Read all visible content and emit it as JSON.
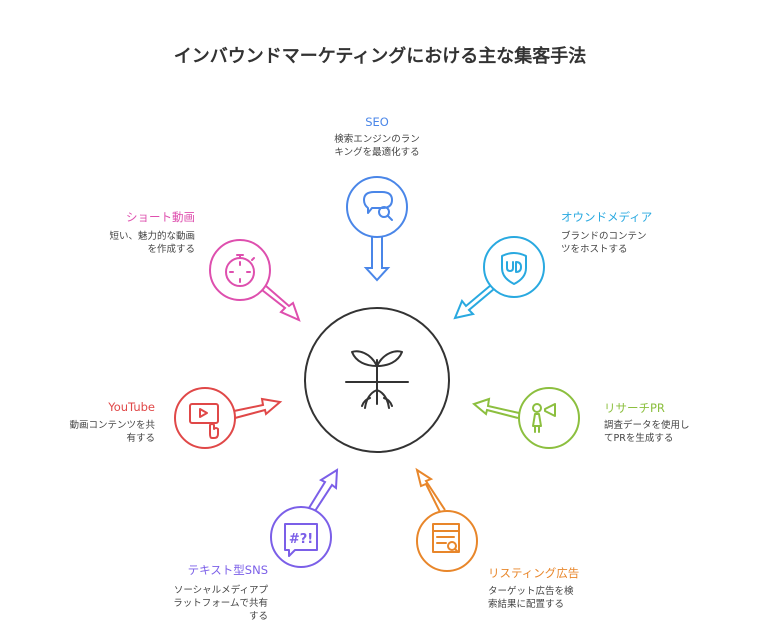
{
  "title": "インバウンドマーケティングにおける主な集客手法",
  "center": {
    "icon": "sprout-icon"
  },
  "items": [
    {
      "key": "seo",
      "label": "SEO",
      "desc": [
        "検索エンジンのラン",
        "キングを最適化する"
      ],
      "color": "#4a86e8",
      "icon": "chat-search-icon"
    },
    {
      "key": "owned",
      "label": "オウンドメディア",
      "desc": [
        "ブランドのコンテン",
        "ツをホストする"
      ],
      "color": "#29a9e0",
      "icon": "shield-logo-icon"
    },
    {
      "key": "pr",
      "label": "リサーチPR",
      "desc": [
        "調査データを使用し",
        "てPRを生成する"
      ],
      "color": "#8cbf3f",
      "icon": "megaphone-person-icon"
    },
    {
      "key": "listing",
      "label": "リスティング広告",
      "desc": [
        "ターゲット広告を検",
        "索結果に配置する"
      ],
      "color": "#e8862a",
      "icon": "browser-search-icon"
    },
    {
      "key": "sns",
      "label": "テキスト型SNS",
      "desc": [
        "ソーシャルメディアプ",
        "ラットフォームで共有",
        "する"
      ],
      "color": "#7b5fe8",
      "icon": "hashtag-chat-icon"
    },
    {
      "key": "youtube",
      "label": "YouTube",
      "desc": [
        "動画コンテンツを共",
        "有する"
      ],
      "color": "#e04848",
      "icon": "video-play-icon"
    },
    {
      "key": "short",
      "label": "ショート動画",
      "desc": [
        "短い、魅力的な動画",
        "を作成する"
      ],
      "color": "#de4fae",
      "icon": "stopwatch-icon"
    }
  ]
}
